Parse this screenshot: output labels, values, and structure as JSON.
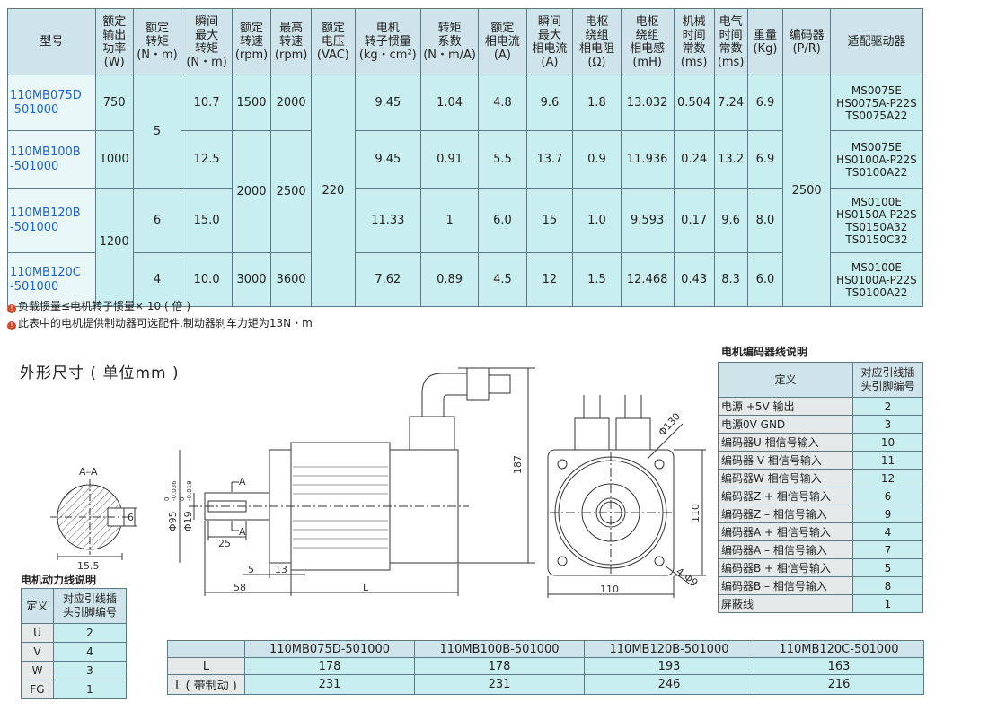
{
  "spec_table": {
    "headers": {
      "model": "型号",
      "power": [
        "额定",
        "输出",
        "功率",
        "(W)"
      ],
      "torque": [
        "额定",
        "转矩",
        "(N・m)"
      ],
      "peak_torque": [
        "瞬间",
        "最大",
        "转矩",
        "(N・m)"
      ],
      "speed": [
        "额定",
        "转速",
        "(rpm)"
      ],
      "max_speed": [
        "最高",
        "转速",
        "(rpm)"
      ],
      "voltage": [
        "额定",
        "电压",
        "(VAC)"
      ],
      "inertia": [
        "电机",
        "转子惯量",
        "(kg・cm²)"
      ],
      "torque_coef": [
        "转矩",
        "系数",
        "(N・m/A)"
      ],
      "current": [
        "额定",
        "相电流",
        "(A)"
      ],
      "peak_current": [
        "瞬间",
        "最大",
        "相电流",
        "(A)"
      ],
      "resistance": [
        "电枢",
        "绕组",
        "相电阻",
        "(Ω)"
      ],
      "inductance": [
        "电枢",
        "绕组",
        "相电感",
        "(mH)"
      ],
      "mech_tc": [
        "机械",
        "时间",
        "常数",
        "(ms)"
      ],
      "elec_tc": [
        "电气",
        "时间",
        "常数",
        "(ms)"
      ],
      "weight": [
        "重量",
        "(Kg)"
      ],
      "encoder": [
        "编码器",
        "(P/R)"
      ],
      "driver": "适配驱动器"
    },
    "rows": [
      {
        "model": [
          "110MB075D",
          "-501000"
        ],
        "power": "750",
        "torque": "5",
        "peak_torque": "10.7",
        "speed": "1500",
        "max_speed": "2000",
        "voltage": "220",
        "inertia": "9.45",
        "torque_coef": "1.04",
        "current": "4.8",
        "peak_current": "9.6",
        "resistance": "1.8",
        "inductance": "13.032",
        "mech_tc": "0.504",
        "elec_tc": "7.24",
        "weight": "6.9",
        "encoder": "2500",
        "driver": [
          "MS0075E",
          "HS0075A-P22S",
          "TS0075A22"
        ]
      },
      {
        "model": [
          "110MB100B",
          "-501000"
        ],
        "power": "1000",
        "peak_torque": "12.5",
        "speed": "2000",
        "max_speed": "2500",
        "inertia": "9.45",
        "torque_coef": "0.91",
        "current": "5.5",
        "peak_current": "13.7",
        "resistance": "0.9",
        "inductance": "11.936",
        "mech_tc": "0.24",
        "elec_tc": "13.2",
        "weight": "6.9",
        "driver": [
          "MS0075E",
          "HS0100A-P22S",
          "TS0100A22"
        ]
      },
      {
        "model": [
          "110MB120B",
          "-501000"
        ],
        "power": "1200",
        "torque": "6",
        "peak_torque": "15.0",
        "inertia": "11.33",
        "torque_coef": "1",
        "current": "6.0",
        "peak_current": "15",
        "resistance": "1.0",
        "inductance": "9.593",
        "mech_tc": "0.17",
        "elec_tc": "9.6",
        "weight": "8.0",
        "driver": [
          "MS0100E",
          "HS0150A-P22S",
          "TS0150A32",
          "TS0150C32"
        ]
      },
      {
        "model": [
          "110MB120C",
          "-501000"
        ],
        "torque": "4",
        "peak_torque": "10.0",
        "speed": "3000",
        "max_speed": "3600",
        "inertia": "7.62",
        "torque_coef": "0.89",
        "current": "4.5",
        "peak_current": "12",
        "resistance": "1.5",
        "inductance": "12.468",
        "mech_tc": "0.43",
        "elec_tc": "8.3",
        "weight": "6.0",
        "driver": [
          "MS0100E",
          "HS0100A-P22S",
          "TS0100A22"
        ]
      }
    ]
  },
  "notes": [
    {
      "mark": "!",
      "text": "负载惯量≤电机转子惯量× 10 ( 倍 )"
    },
    {
      "mark": "!",
      "text": "此表中的电机提供制动器可选配件,制动器刹车力矩为13N・m"
    }
  ],
  "dimensions_title": "外形尺寸 ( 单位mm )",
  "drawing": {
    "section_label": "A–A",
    "key_width": "6",
    "key_depth": "15.5",
    "shaft_length": "25",
    "shaft_dia": "Φ19",
    "shaft_tol_upper": "0",
    "shaft_tol_lower": "-0.019",
    "flange_dia": "Φ95",
    "flange_tol_upper": "0",
    "flange_tol_lower": "-0.036",
    "dim_5": "5",
    "dim_13": "13",
    "dim_58": "58",
    "dim_L": "L",
    "height": "187",
    "section_mark": "A",
    "bolt_circle": "Φ130",
    "frame_width": "110",
    "frame_height": "110",
    "holes": "4-Φ9"
  },
  "encoder_table": {
    "title": "电机编码器线说明",
    "header_def": "定义",
    "header_pin": [
      "对应引线插",
      "头引脚编号"
    ],
    "rows": [
      {
        "def": "电源 +5V 输出",
        "pin": "2"
      },
      {
        "def": "电源0V GND",
        "pin": "3"
      },
      {
        "def": "编码器U 相信号输入",
        "pin": "10"
      },
      {
        "def": "编码器 V 相信号输入",
        "pin": "11"
      },
      {
        "def": "编码器W 相信号输入",
        "pin": "12"
      },
      {
        "def": "编码器Z + 相信号输入",
        "pin": "6"
      },
      {
        "def": "编码器Z – 相信号输入",
        "pin": "9"
      },
      {
        "def": "编码器A + 相信号输入",
        "pin": "4"
      },
      {
        "def": "编码器A – 相信号输入",
        "pin": "7"
      },
      {
        "def": "编码器B + 相信号输入",
        "pin": "5"
      },
      {
        "def": "编码器B – 相信号输入",
        "pin": "8"
      },
      {
        "def": "屏蔽线",
        "pin": "1"
      }
    ]
  },
  "power_table": {
    "title": "电机动力线说明",
    "header_def": "定义",
    "header_pin": [
      "对应引线插",
      "头引脚编号"
    ],
    "rows": [
      {
        "def": "U",
        "pin": "2"
      },
      {
        "def": "V",
        "pin": "4"
      },
      {
        "def": "W",
        "pin": "3"
      },
      {
        "def": "FG",
        "pin": "1"
      }
    ]
  },
  "length_table": {
    "models": [
      "110MB075D-501000",
      "110MB100B-501000",
      "110MB120B-501000",
      "110MB120C-501000"
    ],
    "rows": [
      {
        "label": "L",
        "values": [
          "178",
          "178",
          "193",
          "163"
        ]
      },
      {
        "label": "L ( 带制动 )",
        "values": [
          "231",
          "231",
          "246",
          "216"
        ]
      }
    ]
  },
  "colors": {
    "header_bg": "#cfe3ea",
    "cell_bg": "#c9eef0",
    "label_bg": "#e6e9ea",
    "model_text": "#1e63c7",
    "note_mark": "#d24a2c"
  }
}
